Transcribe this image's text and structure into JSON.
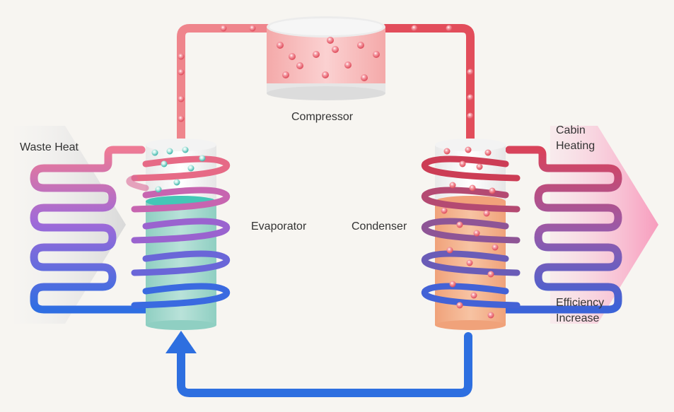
{
  "diagram": {
    "components": {
      "compressor": "Compressor",
      "evaporator": "Evaporator",
      "condenser": "Condenser"
    },
    "inputs": {
      "waste_heat": "Waste Heat"
    },
    "outputs": {
      "cabin_heating_line1": "Cabin",
      "cabin_heating_line2": "Heating",
      "efficiency_line1": "Efficiency",
      "efficiency_line2": "Increase"
    }
  },
  "colors": {
    "background": "#f7f5f1",
    "hot_pipe": "#ee7a84",
    "hot_pipe_dark": "#d94a5c",
    "cold_pipe": "#2e6fe0",
    "evaporator_liquid": "#a9d8cf",
    "condenser_liquid": "#f2b08a",
    "compressor_fill": "#f6b7b7",
    "waste_heat_arrow": "#d7d7d7",
    "cabin_arrow": "#f7a3c3"
  }
}
